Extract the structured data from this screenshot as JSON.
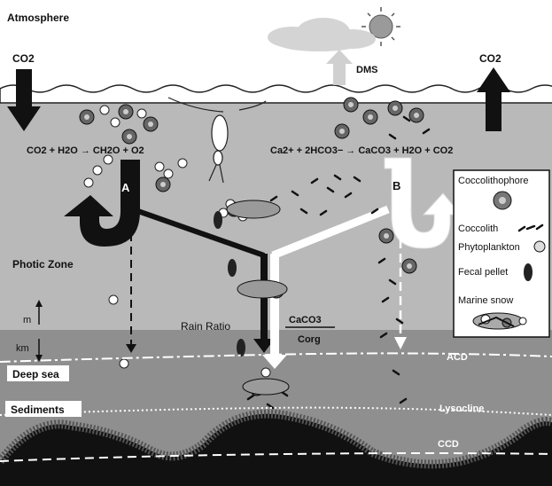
{
  "labels": {
    "atmosphere": "Atmosphere",
    "co2_left": "CO2",
    "co2_right": "CO2",
    "dms": "DMS",
    "eq_left": "CO2 + H2O → CH2O + O2",
    "eq_right": "Ca2+ + 2HCO3− → CaCO3 + H2O + CO2",
    "a": "A",
    "b": "B",
    "photic_zone": "Photic Zone",
    "m": "m",
    "km": "km",
    "rain_ratio": "Rain Ratio",
    "ratio_numerator": "CaCO3",
    "ratio_denominator": "Corg",
    "deep_sea": "Deep sea",
    "sediments": "Sediments",
    "acd": "ACD",
    "lysocline": "Lysocline",
    "ccd": "CCD"
  },
  "legend": [
    {
      "label": "Coccolithophore",
      "icon": "coccolithophore-icon"
    },
    {
      "label": "Coccolith",
      "icon": "coccolith-icon"
    },
    {
      "label": "Phytoplankton",
      "icon": "phytoplankton-icon"
    },
    {
      "label": "Fecal pellet",
      "icon": "fecal-pellet-icon"
    },
    {
      "label": "Marine snow",
      "icon": "marine-snow-icon"
    }
  ],
  "colors": {
    "atmosphere": "#ffffff",
    "upper_ocean": "#b9b9b9",
    "deep_ocean": "#8f8f8f",
    "seafloor": "#111111",
    "pathway_a": "#111111",
    "pathway_b": "#ffffff"
  }
}
